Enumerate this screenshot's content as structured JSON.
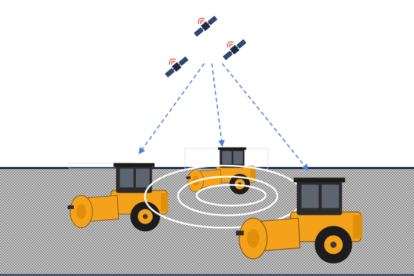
{
  "colors": {
    "background": "#ffffff",
    "ground_fill": "#c9c9c9",
    "ground_edge": "#1c2a45",
    "signal_line": "#4a7fd6",
    "satellite_body": "#1f2a44",
    "satellite_panel": "#2e4a7a",
    "satellite_signal": "#e0352b",
    "machine_body": "#f5a21b",
    "machine_dark": "#2b2b2b",
    "wave_rings": "#ffffff"
  },
  "satellites": [
    {
      "name": "satellite-top",
      "icon": "satellite-icon"
    },
    {
      "name": "satellite-left",
      "icon": "satellite-icon"
    },
    {
      "name": "satellite-right",
      "icon": "satellite-icon"
    }
  ],
  "machines": [
    {
      "name": "roller-left",
      "icon": "road-roller-icon"
    },
    {
      "name": "roller-center",
      "icon": "road-roller-icon"
    },
    {
      "name": "roller-front",
      "icon": "road-roller-icon"
    }
  ],
  "signal_count": 3,
  "wave_ring_count": 3
}
